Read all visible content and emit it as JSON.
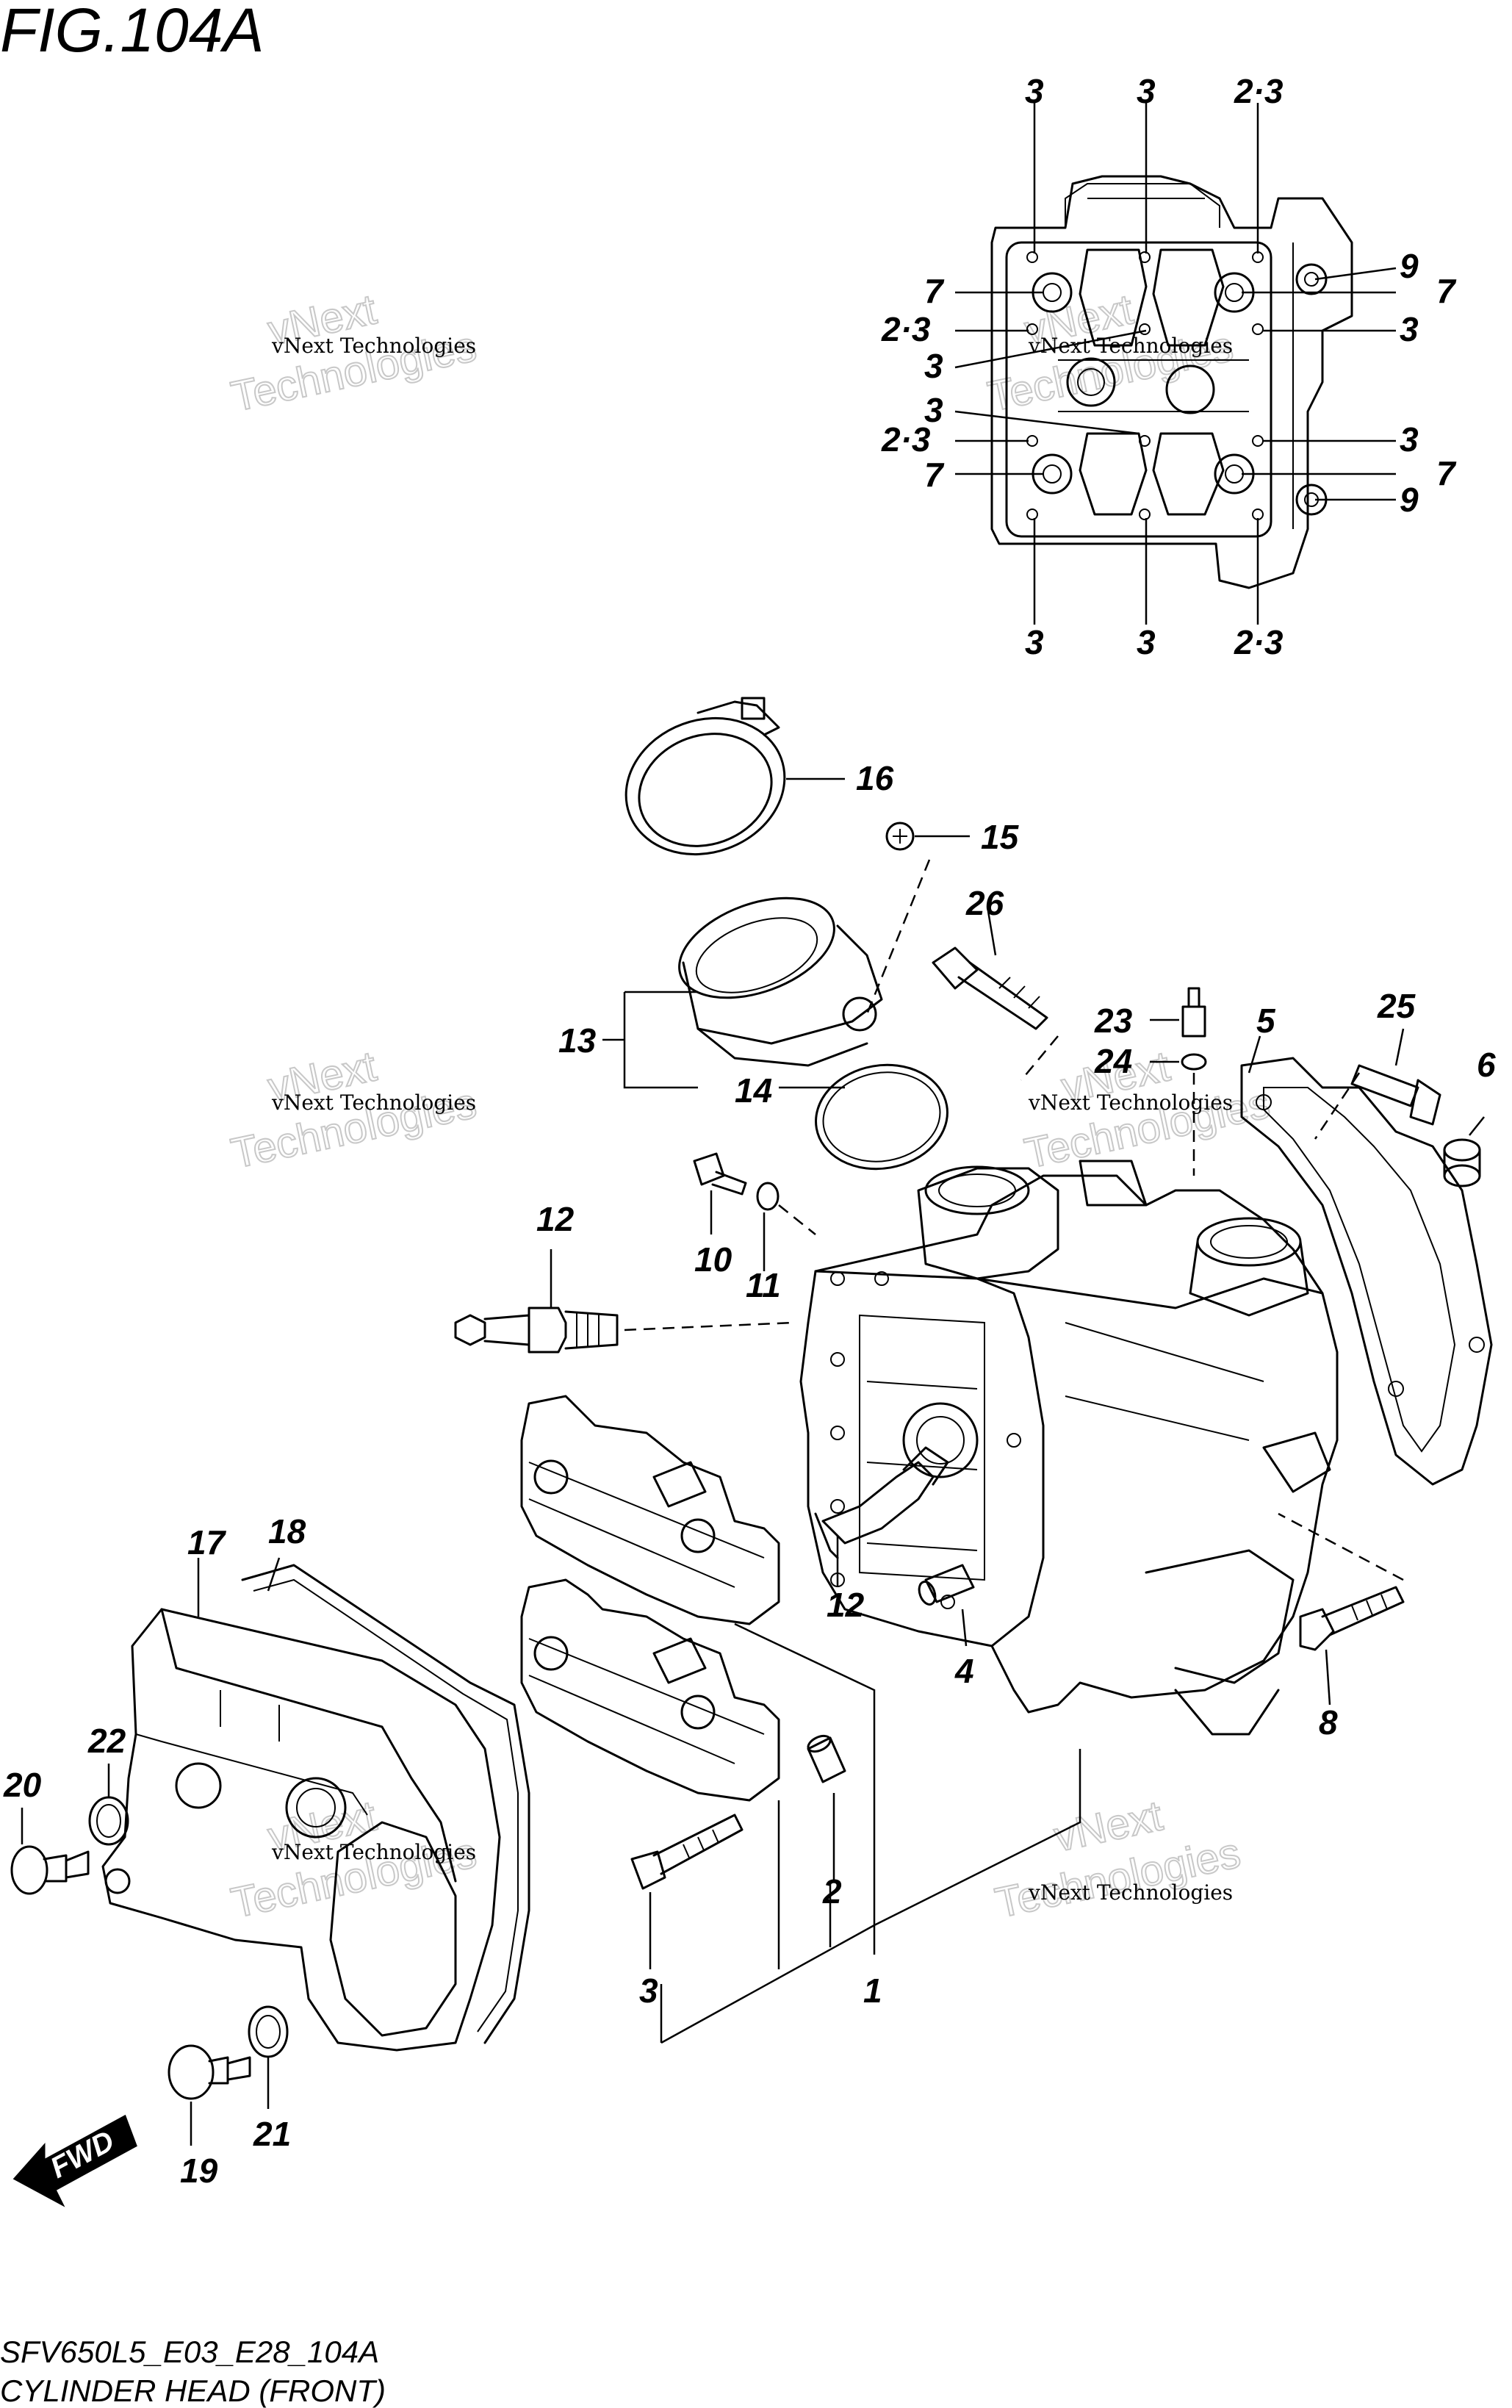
{
  "figure": {
    "title": "FIG.104A",
    "model_code": "SFV650L5_E03_E28_104A",
    "caption": "CYLINDER HEAD (FRONT)",
    "direction_badge": "FWD"
  },
  "watermarks": [
    {
      "small_line1": "vNext Technologies",
      "big": "vNext",
      "big2": "Technologies"
    },
    {
      "small_line1": "vNext Technologies",
      "big": "vNext",
      "big2": "Technologies"
    },
    {
      "small_line1": "vNext Technologies",
      "big": "vNext",
      "big2": "Technologies"
    },
    {
      "small_line1": "vNext Technologies",
      "big": "vNext",
      "big2": "Technologies"
    },
    {
      "small_line1": "vNext Technologies",
      "big": "vNext",
      "big2": "Technologies"
    },
    {
      "small_line1": "vNext Technologies",
      "big": "vNext",
      "big2": "Technologies"
    }
  ],
  "top_view_callouts": {
    "top": [
      "3",
      "3",
      "2·3"
    ],
    "left": [
      "7",
      "2·3",
      "3",
      "3",
      "2·3",
      "7"
    ],
    "right": [
      "9",
      "7",
      "3",
      "3",
      "7",
      "9"
    ],
    "bottom": [
      "3",
      "3",
      "2·3"
    ]
  },
  "part_callouts": [
    "1",
    "2",
    "3",
    "4",
    "5",
    "6",
    "8",
    "10",
    "11",
    "12",
    "12",
    "13",
    "14",
    "15",
    "16",
    "17",
    "18",
    "19",
    "20",
    "21",
    "22",
    "23",
    "24",
    "25",
    "26"
  ]
}
